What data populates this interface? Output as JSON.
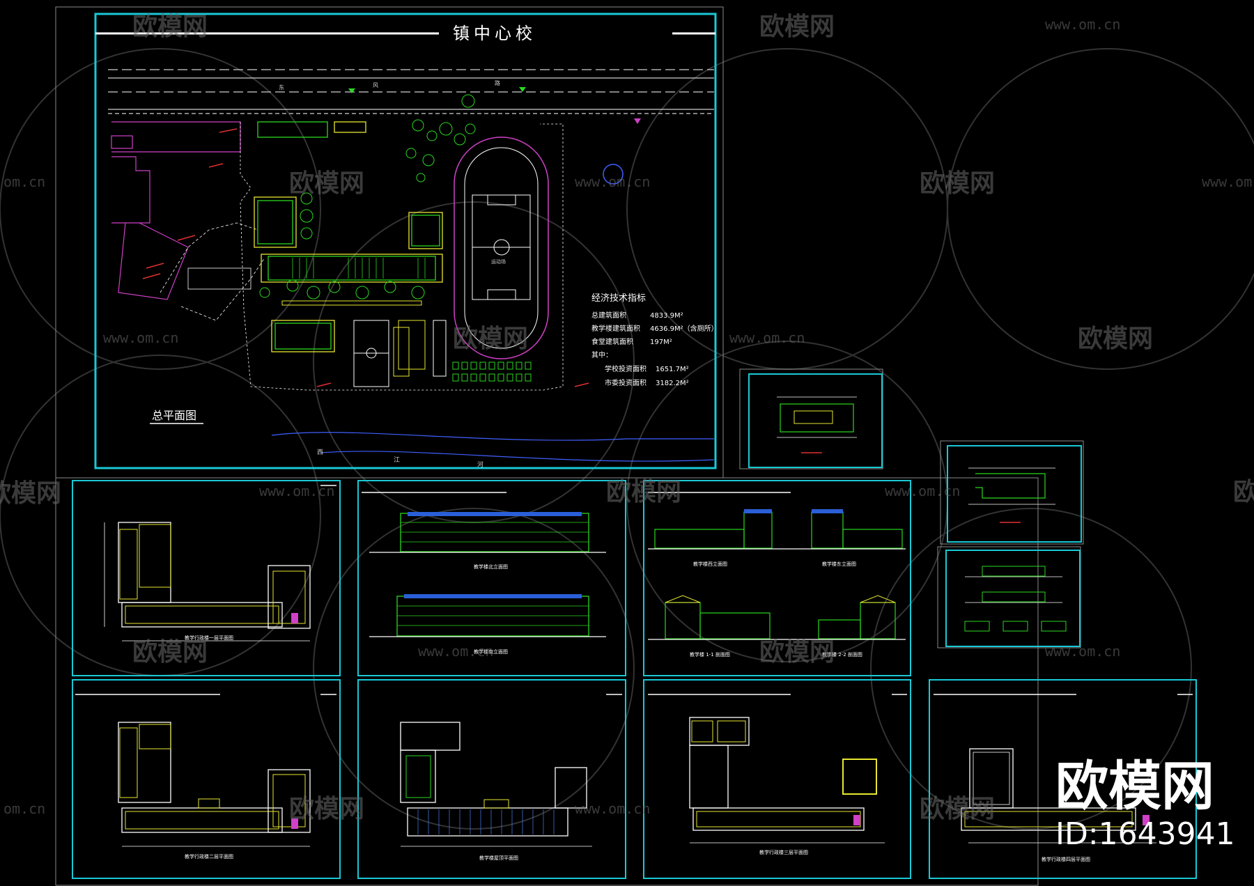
{
  "site_plan": {
    "school_title": "镇中心校",
    "drawing_title": "总平面图",
    "river_chars": [
      "西",
      "江",
      "河"
    ],
    "road_chars": [
      "东",
      "风",
      "路"
    ],
    "sports_field_label": "运动场",
    "indicators": {
      "heading": "经济技术指标",
      "rows": [
        {
          "label": "总建筑面积",
          "value": "4833.9M²"
        },
        {
          "label": "教学楼建筑面积",
          "value": "4636.9M²（含厕所）"
        },
        {
          "label": "食堂建筑面积",
          "value": "197M²"
        },
        {
          "label": "其中：",
          "value": ""
        },
        {
          "label": "学校投资面积",
          "value": "1651.7M²"
        },
        {
          "label": "市委投资面积",
          "value": "3182.2M²"
        }
      ]
    }
  },
  "sheets": {
    "floor1_title": "教学行政楼一层平面图",
    "floor2_title": "教学行政楼二层平面图",
    "floor3_title": "教学行政楼三层平面图",
    "floor4_title": "教学行政楼四层平面图",
    "roof_title": "教学楼屋顶平面图",
    "elev_north": "教学楼北立面图",
    "elev_south": "教学楼南立面图",
    "elev_west": "教学楼西立面图",
    "elev_east": "教学楼东立面图",
    "section_1": "教学楼 1-1 剖面图",
    "section_2": "教学楼 2-2 剖面图"
  },
  "watermark": {
    "brand": "欧模网",
    "url": "www.om.cn",
    "url_short": "om.cn",
    "big_brand": "欧模网",
    "id_text": "ID:1643941"
  },
  "colors": {
    "frame": "#19c9d6",
    "plan_green": "#2bd81f",
    "plan_yellow": "#e8e832",
    "plan_magenta": "#d040c8",
    "plan_red": "#e03030",
    "plan_blue": "#4060ff"
  }
}
